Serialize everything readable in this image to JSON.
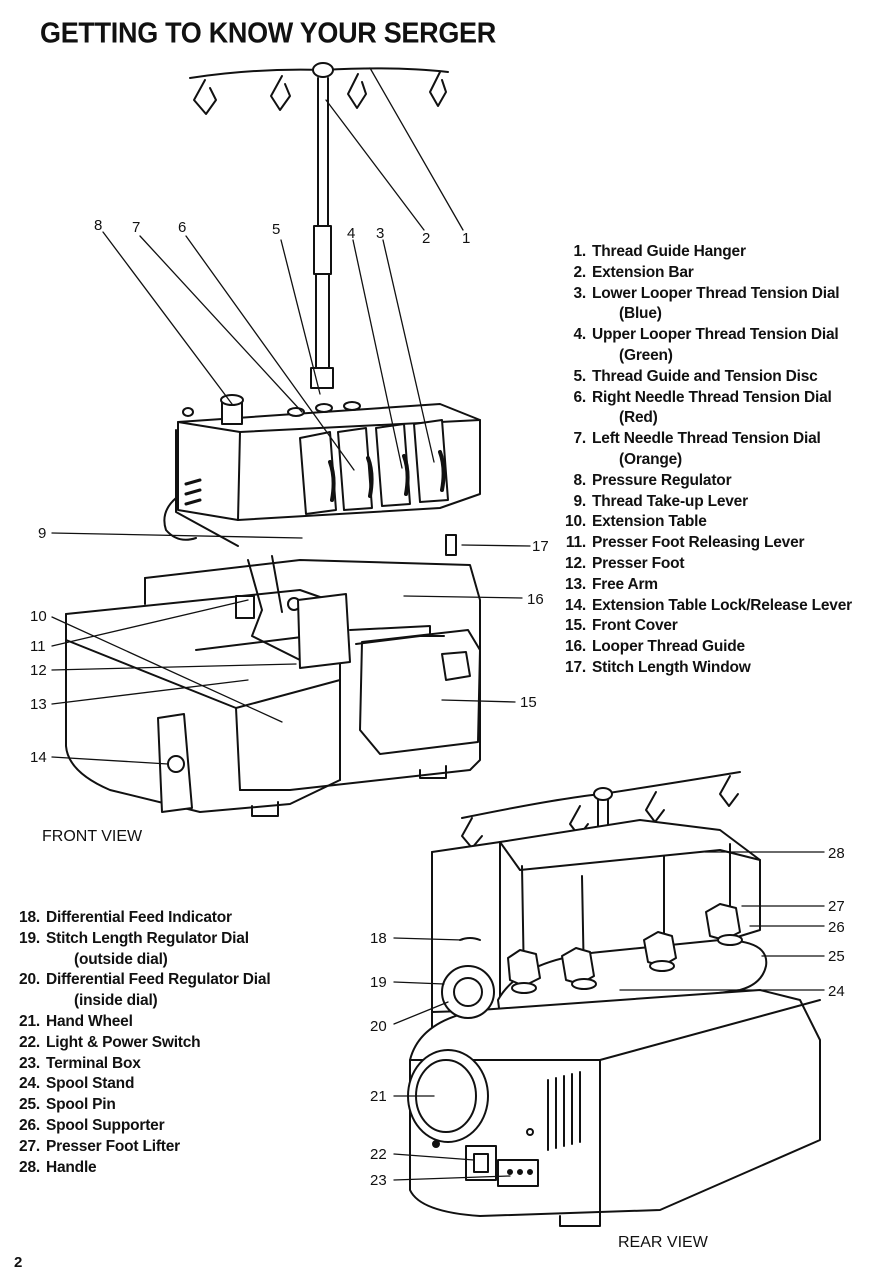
{
  "page": {
    "title": "GETTING TO KNOW YOUR SERGER",
    "page_number": "2"
  },
  "front_view": {
    "label": "FRONT VIEW",
    "parts": [
      {
        "num": "1.",
        "name": "Thread Guide Hanger"
      },
      {
        "num": "2.",
        "name": "Extension Bar"
      },
      {
        "num": "3.",
        "name": "Lower Looper Thread Tension Dial",
        "sub": "(Blue)"
      },
      {
        "num": "4.",
        "name": "Upper Looper Thread Tension Dial",
        "sub": "(Green)"
      },
      {
        "num": "5.",
        "name": "Thread Guide and Tension Disc"
      },
      {
        "num": "6.",
        "name": "Right Needle Thread Tension Dial",
        "sub": "(Red)"
      },
      {
        "num": "7.",
        "name": "Left Needle Thread Tension Dial",
        "sub": "(Orange)"
      },
      {
        "num": "8.",
        "name": "Pressure Regulator"
      },
      {
        "num": "9.",
        "name": "Thread Take-up Lever"
      },
      {
        "num": "10.",
        "name": "Extension Table"
      },
      {
        "num": "11.",
        "name": "Presser Foot Releasing Lever"
      },
      {
        "num": "12.",
        "name": "Presser Foot"
      },
      {
        "num": "13.",
        "name": "Free Arm"
      },
      {
        "num": "14.",
        "name": "Extension Table Lock/Release Lever"
      },
      {
        "num": "15.",
        "name": "Front Cover"
      },
      {
        "num": "16.",
        "name": "Looper Thread Guide"
      },
      {
        "num": "17.",
        "name": "Stitch Length Window"
      }
    ],
    "callouts": [
      "1",
      "2",
      "3",
      "4",
      "5",
      "6",
      "7",
      "8",
      "9",
      "10",
      "11",
      "12",
      "13",
      "14",
      "15",
      "16",
      "17"
    ]
  },
  "rear_view": {
    "label": "REAR VIEW",
    "parts": [
      {
        "num": "18.",
        "name": "Differential Feed Indicator"
      },
      {
        "num": "19.",
        "name": "Stitch Length Regulator Dial",
        "sub": "(outside dial)"
      },
      {
        "num": "20.",
        "name": "Differential Feed Regulator Dial",
        "sub": "(inside dial)"
      },
      {
        "num": "21.",
        "name": "Hand Wheel"
      },
      {
        "num": "22.",
        "name": "Light & Power Switch"
      },
      {
        "num": "23.",
        "name": "Terminal Box"
      },
      {
        "num": "24.",
        "name": "Spool Stand"
      },
      {
        "num": "25.",
        "name": "Spool Pin"
      },
      {
        "num": "26.",
        "name": "Spool Supporter"
      },
      {
        "num": "27.",
        "name": "Presser Foot Lifter"
      },
      {
        "num": "28.",
        "name": "Handle"
      }
    ],
    "callouts": [
      "18",
      "19",
      "20",
      "21",
      "22",
      "23",
      "24",
      "25",
      "26",
      "27",
      "28"
    ]
  }
}
